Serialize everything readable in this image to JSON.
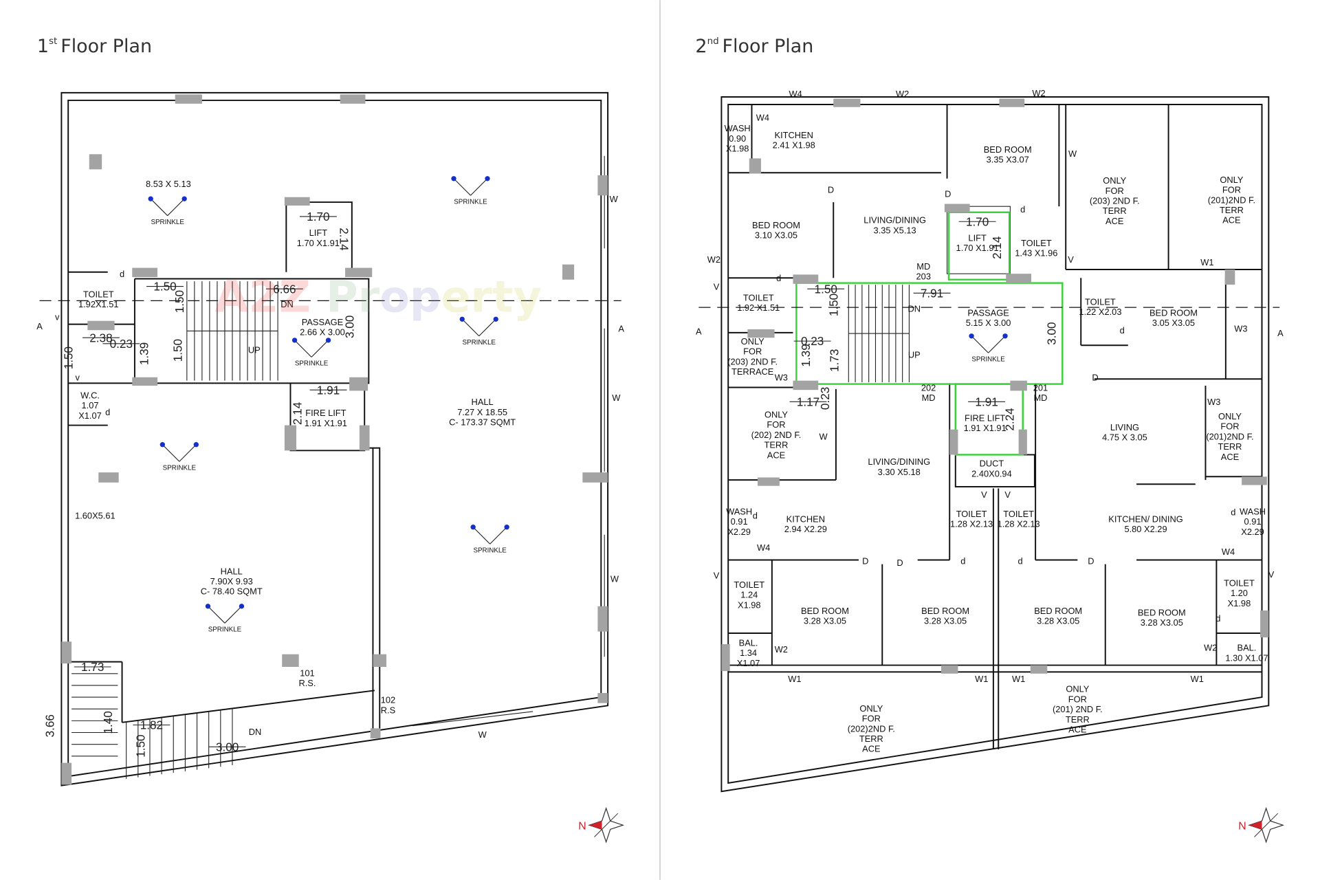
{
  "panels": [
    {
      "title_num": "1",
      "title_sup": "st",
      "title_text": "Floor Plan",
      "rooms": [
        [
          "8.53 X 5.13"
        ],
        [
          "LIFT",
          "1.70 X1.91"
        ],
        [
          "TOILET",
          "1.92X1.51"
        ],
        [
          "PASSAGE",
          "2.66 X 3.00"
        ],
        [
          "HALL",
          "7.27 X 18.55",
          "C- 173.37 SQMT"
        ],
        [
          "W.C.",
          "1.07",
          "X1.07"
        ],
        [
          "FIRE LIFT",
          "1.91 X1.91"
        ],
        [
          "1.60X5.61"
        ],
        [
          "HALL",
          "7.90X 9.93",
          "C- 78.40 SQMT"
        ],
        [
          "101",
          "R.S."
        ],
        [
          "102",
          "R.S"
        ],
        [
          "DN"
        ],
        [
          "W"
        ],
        [
          "W"
        ],
        [
          "W"
        ],
        [
          "W"
        ],
        [
          "A"
        ],
        [
          "A"
        ],
        [
          "d"
        ],
        [
          "d"
        ],
        [
          "v"
        ],
        [
          "v"
        ],
        [
          "UP"
        ],
        [
          "DN"
        ]
      ],
      "sprinkle_label": "SPRINKLE",
      "dims": [
        "1.70",
        "2.14",
        "1.50",
        "1.50",
        "6.66",
        "3.00",
        "2.38",
        "0.23",
        "1.39",
        "1.50",
        "1.50",
        "1.91",
        "2.14",
        "1.82",
        "1.50",
        "3.00",
        "3.66",
        "1.73",
        "1.40"
      ]
    },
    {
      "title_num": "2",
      "title_sup": "nd",
      "title_text": "Floor Plan",
      "rooms": [
        [
          "WASH",
          "0.90",
          "X1.98"
        ],
        [
          "KITCHEN",
          "2.41 X1.98"
        ],
        [
          "BED ROOM",
          "3.35 X3.07"
        ],
        [
          "ONLY",
          "FOR",
          "(203) 2ND F.",
          "TERR",
          "ACE"
        ],
        [
          "ONLY",
          "FOR",
          "(201)2ND F.",
          "TERR",
          "ACE"
        ],
        [
          "BED ROOM",
          "3.10 X3.05"
        ],
        [
          "LIVING/DINING",
          "3.35 X5.13"
        ],
        [
          "LIFT",
          "1.70 X1.91"
        ],
        [
          "TOILET",
          "1.43 X1.96"
        ],
        [
          "TOILET",
          "1.92 X1.51"
        ],
        [
          "PASSAGE",
          "5.15 X 3.00"
        ],
        [
          "TOILET",
          "1.22 X2.03"
        ],
        [
          "BED ROOM",
          "3.05 X3.05"
        ],
        [
          "ONLY",
          "FOR",
          "(203) 2ND F.",
          "TERRACE"
        ],
        [
          "ONLY",
          "FOR",
          "(202) 2ND F.",
          "TERR",
          "ACE"
        ],
        [
          "LIVING/DINING",
          "3.30 X5.18"
        ],
        [
          "FIRE LIFT",
          "1.91 X1.91"
        ],
        [
          "DUCT",
          "2.40X0.94"
        ],
        [
          "LIVING",
          "4.75 X 3.05"
        ],
        [
          "ONLY",
          "FOR",
          "(201)2ND F.",
          "TERR",
          "ACE"
        ],
        [
          "WASH",
          "0.91",
          "X2.29"
        ],
        [
          "KITCHEN",
          "2.94 X2.29"
        ],
        [
          "TOILET",
          "1.28 X2.13"
        ],
        [
          "TOILET",
          "1.28 X2.13"
        ],
        [
          "KITCHEN/ DINING",
          "5.80 X2.29"
        ],
        [
          "WASH",
          "0.91",
          "X2.29"
        ],
        [
          "TOILET",
          "1.24",
          "X1.98"
        ],
        [
          "BED ROOM",
          "3.28 X3.05"
        ],
        [
          "BED ROOM",
          "3.28 X3.05"
        ],
        [
          "BED ROOM",
          "3.28 X3.05"
        ],
        [
          "BED ROOM",
          "3.28 X3.05"
        ],
        [
          "TOILET",
          "1.20",
          "X1.98"
        ],
        [
          "BAL.",
          "1.34",
          "X1.07"
        ],
        [
          "BAL.",
          "1.30 X1.07"
        ],
        [
          "ONLY",
          "FOR",
          "(202)2ND F.",
          "TERR",
          "ACE"
        ],
        [
          "ONLY",
          "FOR",
          "(201) 2ND F.",
          "TERR",
          "ACE"
        ],
        [
          "MD",
          "203"
        ],
        [
          "202",
          "MD"
        ],
        [
          "201",
          "MD"
        ],
        [
          "W4"
        ],
        [
          "W2"
        ],
        [
          "W2"
        ],
        [
          "W4"
        ],
        [
          "W"
        ],
        [
          "W2"
        ],
        [
          "V"
        ],
        [
          "V"
        ],
        [
          "W1"
        ],
        [
          "W3"
        ],
        [
          "W3"
        ],
        [
          "W3"
        ],
        [
          "W"
        ],
        [
          "W4"
        ],
        [
          "W4"
        ],
        [
          "W2"
        ],
        [
          "W2"
        ],
        [
          "W1"
        ],
        [
          "W1"
        ],
        [
          "W1"
        ],
        [
          "W1"
        ],
        [
          "V"
        ],
        [
          "V"
        ],
        [
          "V"
        ],
        [
          "V"
        ],
        [
          "A"
        ],
        [
          "A"
        ],
        [
          "D"
        ],
        [
          "D"
        ],
        [
          "D"
        ],
        [
          "D"
        ],
        [
          "D"
        ],
        [
          "D"
        ],
        [
          "d"
        ],
        [
          "d"
        ],
        [
          "d"
        ],
        [
          "d"
        ],
        [
          "d"
        ],
        [
          "d"
        ],
        [
          "d"
        ],
        [
          "d"
        ],
        [
          "DN"
        ],
        [
          "UP"
        ]
      ],
      "sprinkle_label": "SPRINKLE",
      "dims": [
        "1.70",
        "2.14",
        "1.50",
        "7.91",
        "1.50",
        "3.00",
        "0.23",
        "1.39",
        "1.73",
        "1.17",
        "0.23",
        "1.91",
        "2.24"
      ]
    }
  ],
  "compass_label": "N",
  "watermark": "A2Z Property",
  "watermark_url": "www.A2Zproperty.in",
  "colors": {
    "walls": "#111111",
    "columns": "#a3a3a3",
    "highlight": "#3bd13b",
    "compass": "#d0202a"
  }
}
